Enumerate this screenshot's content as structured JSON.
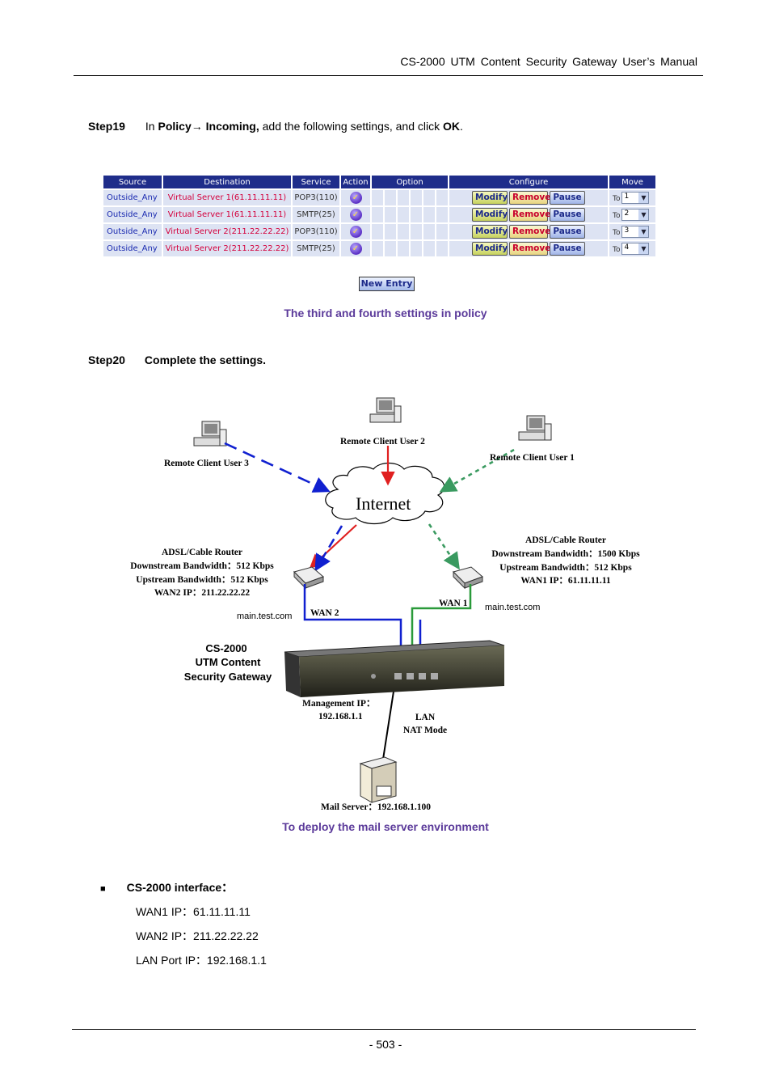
{
  "header": {
    "title": "CS-2000  UTM  Content  Security  Gateway  User’s  Manual"
  },
  "step19": {
    "label": "Step19",
    "pre": "In ",
    "policy": "Policy",
    "arrow": "→",
    "incoming": " Incoming,",
    "mid": " add the following settings, and click ",
    "ok": "OK",
    "end": "."
  },
  "policy_table": {
    "headers": [
      "Source",
      "Destination",
      "Service",
      "Action",
      "Option",
      "Configure",
      "Move"
    ],
    "rows": [
      {
        "source": "Outside_Any",
        "destination": "Virtual Server 1(61.11.11.11)",
        "service": "POP3(110)",
        "move_to": "1"
      },
      {
        "source": "Outside_Any",
        "destination": "Virtual Server 1(61.11.11.11)",
        "service": "SMTP(25)",
        "move_to": "2"
      },
      {
        "source": "Outside_Any",
        "destination": "Virtual Server 2(211.22.22.22)",
        "service": "POP3(110)",
        "move_to": "3"
      },
      {
        "source": "Outside_Any",
        "destination": "Virtual Server 2(211.22.22.22)",
        "service": "SMTP(25)",
        "move_to": "4"
      }
    ],
    "modify_label": "Modify",
    "remove_label": "Remove",
    "pause_label": "Pause",
    "to_label": "To",
    "new_entry_label": "New  Entry"
  },
  "caption1": "The third and fourth settings in policy",
  "step20": {
    "label": "Step20",
    "text": "Complete the settings."
  },
  "diagram": {
    "user2": "Remote Client User 2",
    "user3": "Remote Client User 3",
    "user1": "Remote Client User 1",
    "internet": "Internet",
    "router_left": [
      "ADSL/Cable Router",
      "Downstream Bandwidth：512 Kbps",
      "Upstream Bandwidth：512 Kbps",
      "WAN2 IP：211.22.22.22"
    ],
    "router_right": [
      "ADSL/Cable Router",
      "Downstream Bandwidth：1500 Kbps",
      "Upstream Bandwidth：512 Kbps",
      "WAN1 IP：61.11.11.11"
    ],
    "domain_left": "main.test.com",
    "domain_right": "main.test.com",
    "wan2": "WAN 2",
    "wan1": "WAN 1",
    "device": [
      "CS-2000",
      "UTM Content",
      "Security Gateway"
    ],
    "mgmt": [
      "Management IP：",
      "192.168.1.1"
    ],
    "lan": [
      "LAN",
      "NAT Mode"
    ],
    "mail": "Mail Server：192.168.1.100"
  },
  "caption2": "To deploy the mail server environment",
  "interface": {
    "bullet": "■",
    "title": "CS-2000 interface：",
    "lines": [
      "WAN1 IP：61.11.11.11",
      "WAN2 IP：211.22.22.22",
      "LAN Port IP：192.168.1.1"
    ]
  },
  "footer": {
    "page": "- 503 -"
  }
}
